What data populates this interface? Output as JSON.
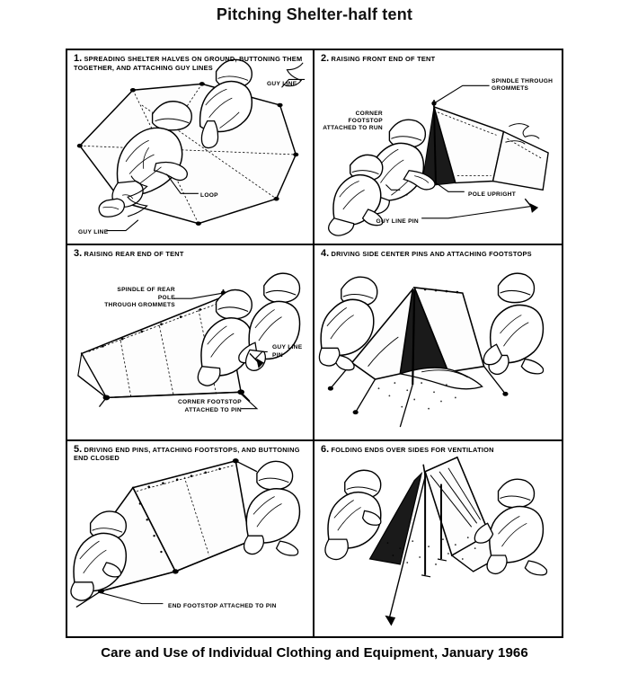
{
  "title": "Pitching Shelter-half tent",
  "footer": "Care and Use of Individual Clothing and Equipment, January 1966",
  "panels": [
    {
      "number": "1.",
      "caption": "SPREADING SHELTER HALVES ON GROUND, BUTTONING THEM TOGETHER, AND ATTACHING GUY LINES",
      "labels": [
        {
          "text": "GUY LINE",
          "name": "label-guy-line-top"
        },
        {
          "text": "LOOP",
          "name": "label-loop"
        },
        {
          "text": "GUY LINE",
          "name": "label-guy-line-bottom"
        }
      ]
    },
    {
      "number": "2.",
      "caption": "RAISING FRONT END OF TENT",
      "labels": [
        {
          "text": "SPINDLE THROUGH\nGROMMETS",
          "name": "label-spindle-through-grommets"
        },
        {
          "text": "CORNER FOOTSTOP\nATTACHED TO RUN",
          "name": "label-corner-footstop-attached-to-run"
        },
        {
          "text": "POLE UPRIGHT",
          "name": "label-pole-upright"
        },
        {
          "text": "GUY LINE PIN",
          "name": "label-guy-line-pin"
        }
      ]
    },
    {
      "number": "3.",
      "caption": "RAISING REAR END OF TENT",
      "labels": [
        {
          "text": "SPINDLE OF REAR POLE\nTHROUGH GROMMETS",
          "name": "label-spindle-of-rear-pole"
        },
        {
          "text": "GUY LINE\nPIN",
          "name": "label-guy-line-pin"
        },
        {
          "text": "CORNER FOOTSTOP\nATTACHED TO PIN",
          "name": "label-corner-footstop-attached-to-pin"
        }
      ]
    },
    {
      "number": "4.",
      "caption": "DRIVING SIDE CENTER PINS AND ATTACHING FOOTSTOPS",
      "labels": []
    },
    {
      "number": "5.",
      "caption": "DRIVING END PINS, ATTACHING FOOTSTOPS, AND BUTTONING END CLOSED",
      "labels": [
        {
          "text": "END FOOTSTOP ATTACHED TO PIN",
          "name": "label-end-footstop-attached-to-pin"
        }
      ]
    },
    {
      "number": "6.",
      "caption": "FOLDING ENDS OVER SIDES FOR VENTILATION",
      "labels": []
    }
  ],
  "colors": {
    "ink": "#000000",
    "paper": "#ffffff",
    "shadow": "#1a1a1a"
  }
}
